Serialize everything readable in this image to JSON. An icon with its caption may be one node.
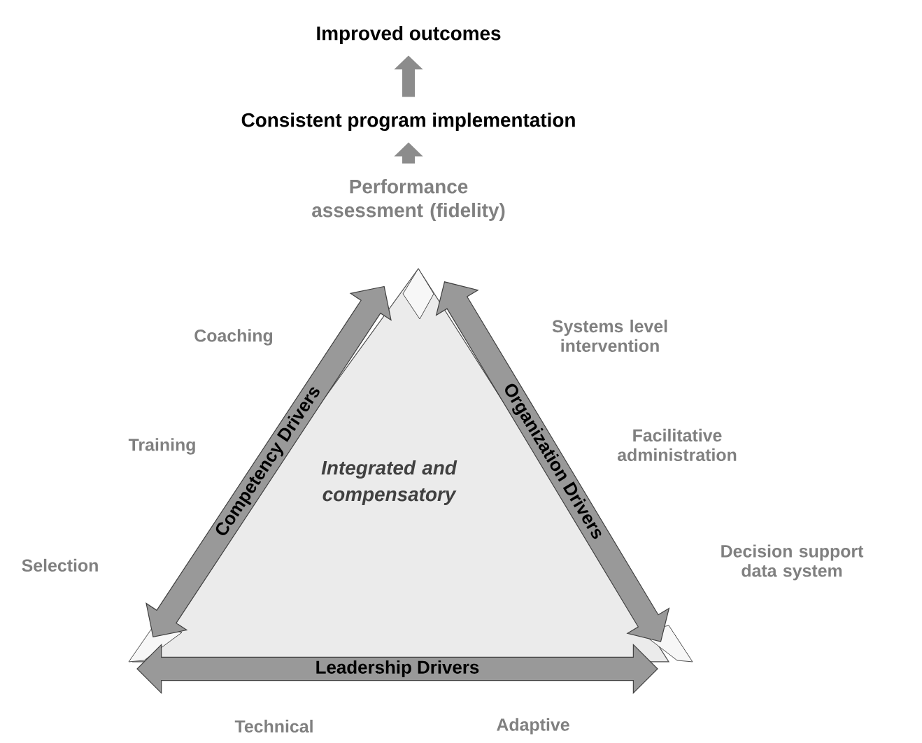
{
  "diagram": {
    "nodes": [
      {
        "text": [
          "Improved outcomes"
        ]
      },
      {
        "text": [
          "Consistent program implementation"
        ]
      },
      {
        "text": [
          "Performance assessment (fidelity)"
        ]
      },
      {
        "text": [
          "Integrated and compensatory"
        ]
      },
      {
        "text": [
          "Competency Drivers"
        ]
      },
      {
        "text": [
          "Organization Drivers"
        ]
      },
      {
        "text": [
          "Leadership Drivers"
        ]
      }
    ],
    "edges": [
      {
        "from": 2,
        "to": 1,
        "arrow": "to"
      },
      {
        "from": 1,
        "to": 0,
        "arrow": "to"
      }
    ],
    "labels": [
      "Coaching",
      "Systems level intervention",
      "Training",
      "Facilitative administration",
      "Selection",
      "Decision support data system",
      "Technical",
      "Adaptive"
    ]
  }
}
